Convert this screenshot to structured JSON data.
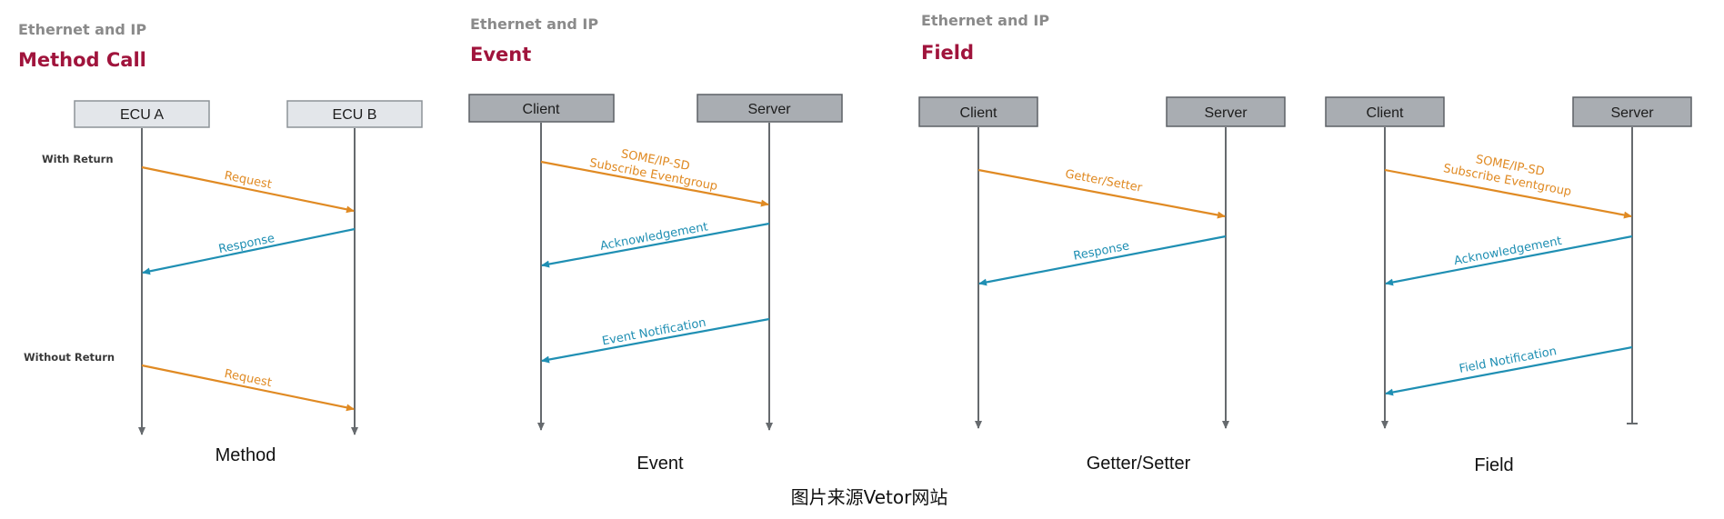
{
  "panels": [
    {
      "kicker": "Ethernet and IP",
      "title": "Method Call",
      "participants": [
        "ECU A",
        "ECU B"
      ],
      "section_labels": [
        "With Return",
        "Without Return"
      ],
      "messages": [
        {
          "text": "Request",
          "direction": "right",
          "color": "orange"
        },
        {
          "text": "Response",
          "direction": "left",
          "color": "blue"
        },
        {
          "text": "Request",
          "direction": "right",
          "color": "orange"
        }
      ],
      "caption": "Method"
    },
    {
      "kicker": "Ethernet and IP",
      "title": "Event",
      "participants": [
        "Client",
        "Server"
      ],
      "messages": [
        {
          "text_line1": "SOME/IP-SD",
          "text_line2": "Subscribe Eventgroup",
          "direction": "right",
          "color": "orange"
        },
        {
          "text": "Acknowledgement",
          "direction": "left",
          "color": "blue"
        },
        {
          "text": "Event Notification",
          "direction": "left",
          "color": "blue"
        }
      ],
      "caption": "Event"
    },
    {
      "kicker": "Ethernet and IP",
      "title": "Field",
      "participants": [
        "Client",
        "Server"
      ],
      "messages": [
        {
          "text": "Getter/Setter",
          "direction": "right",
          "color": "orange"
        },
        {
          "text": "Response",
          "direction": "left",
          "color": "blue"
        }
      ],
      "caption": "Getter/Setter"
    },
    {
      "participants": [
        "Client",
        "Server"
      ],
      "messages": [
        {
          "text_line1": "SOME/IP-SD",
          "text_line2": "Subscribe Eventgroup",
          "direction": "right",
          "color": "orange"
        },
        {
          "text": "Acknowledgement",
          "direction": "left",
          "color": "blue"
        },
        {
          "text": "Field Notification",
          "direction": "left",
          "color": "blue"
        }
      ],
      "caption": "Field"
    }
  ],
  "footer": "图片来源Vetor网站",
  "colors": {
    "request": "#e08a23",
    "response": "#1f8fb3",
    "title": "#a0143c",
    "kicker": "#8a8a8a"
  }
}
